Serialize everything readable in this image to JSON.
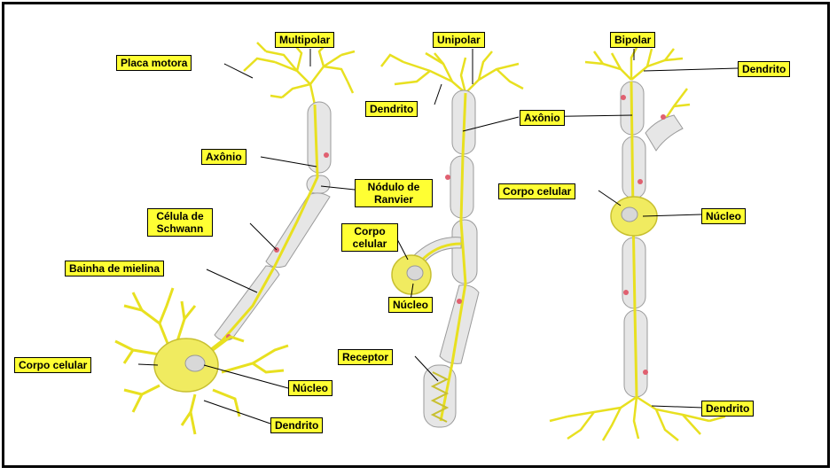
{
  "colors": {
    "label_bg": "#ffff33",
    "axon_line": "#e8e020",
    "myelin_fill": "#e6e6e6",
    "myelin_edge": "#9a9a9a",
    "soma_fill": "#f0eb60",
    "nucleus_fill": "#d8d8d8",
    "ranvier_dot": "#e06070"
  },
  "labels": {
    "multipolar": "Multipolar",
    "unipolar": "Unipolar",
    "bipolar": "Bipolar",
    "placa_motora": "Placa motora",
    "axonio_left": "Axônio",
    "nodulo_line1": "Nódulo de",
    "nodulo_line2": "Ranvier",
    "celula_line1": "Célula de",
    "celula_line2": "Schwann",
    "bainha": "Bainha de mielina",
    "corpo_left": "Corpo celular",
    "nucleo_left": "Núcleo",
    "dendrito_left": "Dendrito",
    "dendrito_uni": "Dendrito",
    "axonio_mid": "Axônio",
    "corpo_uni_line1": "Corpo",
    "corpo_uni_line2": "celular",
    "nucleo_uni": "Núcleo",
    "receptor": "Receptor",
    "dendrito_bi_top": "Dendrito",
    "corpo_bi": "Corpo celular",
    "nucleo_bi": "Núcleo",
    "dendrito_bi_bottom": "Dendrito"
  }
}
